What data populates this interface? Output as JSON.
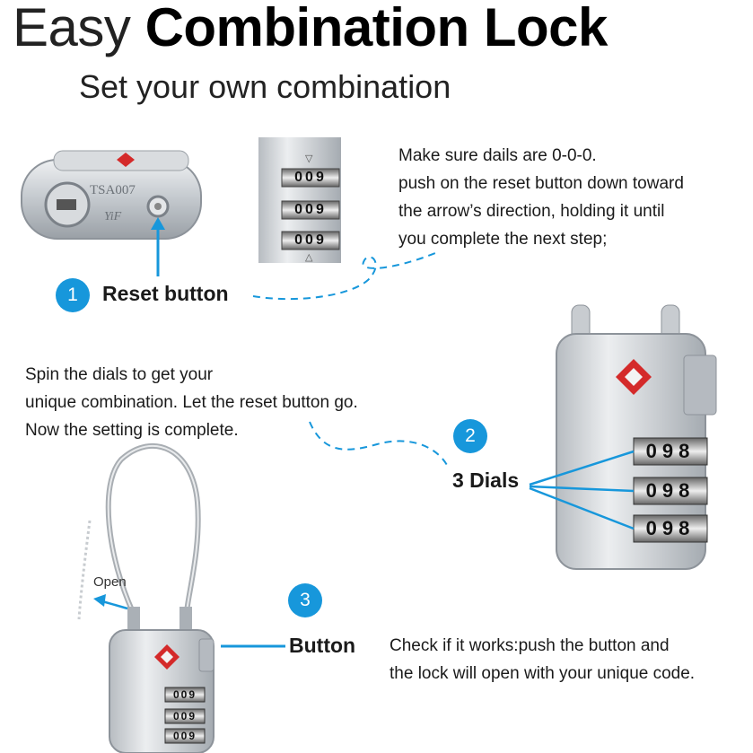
{
  "title": {
    "light": "Easy ",
    "bold": "Combination Lock"
  },
  "subtitle": "Set your own combination",
  "step1": {
    "number": "1",
    "label": "Reset button",
    "instructions": [
      "Make sure dails are 0-0-0.",
      "push on the reset button down toward",
      "the arrow’s direction, holding it until",
      "you complete the next step;"
    ]
  },
  "step2": {
    "number": "2",
    "label": "3 Dials",
    "instructions": [
      "Spin the dials to get your",
      "unique combination. Let the reset button go.",
      "Now the setting is complete."
    ]
  },
  "step3": {
    "number": "3",
    "label": "Button",
    "instructions": [
      "Check if it works:push the button and",
      "the lock will open with your unique code."
    ]
  },
  "open_label": "Open",
  "lock_engraving": {
    "model": "TSA007",
    "brand": "YiF"
  },
  "dial_digits": [
    "0",
    "9",
    "8"
  ],
  "colors": {
    "accent": "#1797db",
    "tsa_red": "#d42a2a",
    "lock_silver": "#c9cdd2"
  }
}
